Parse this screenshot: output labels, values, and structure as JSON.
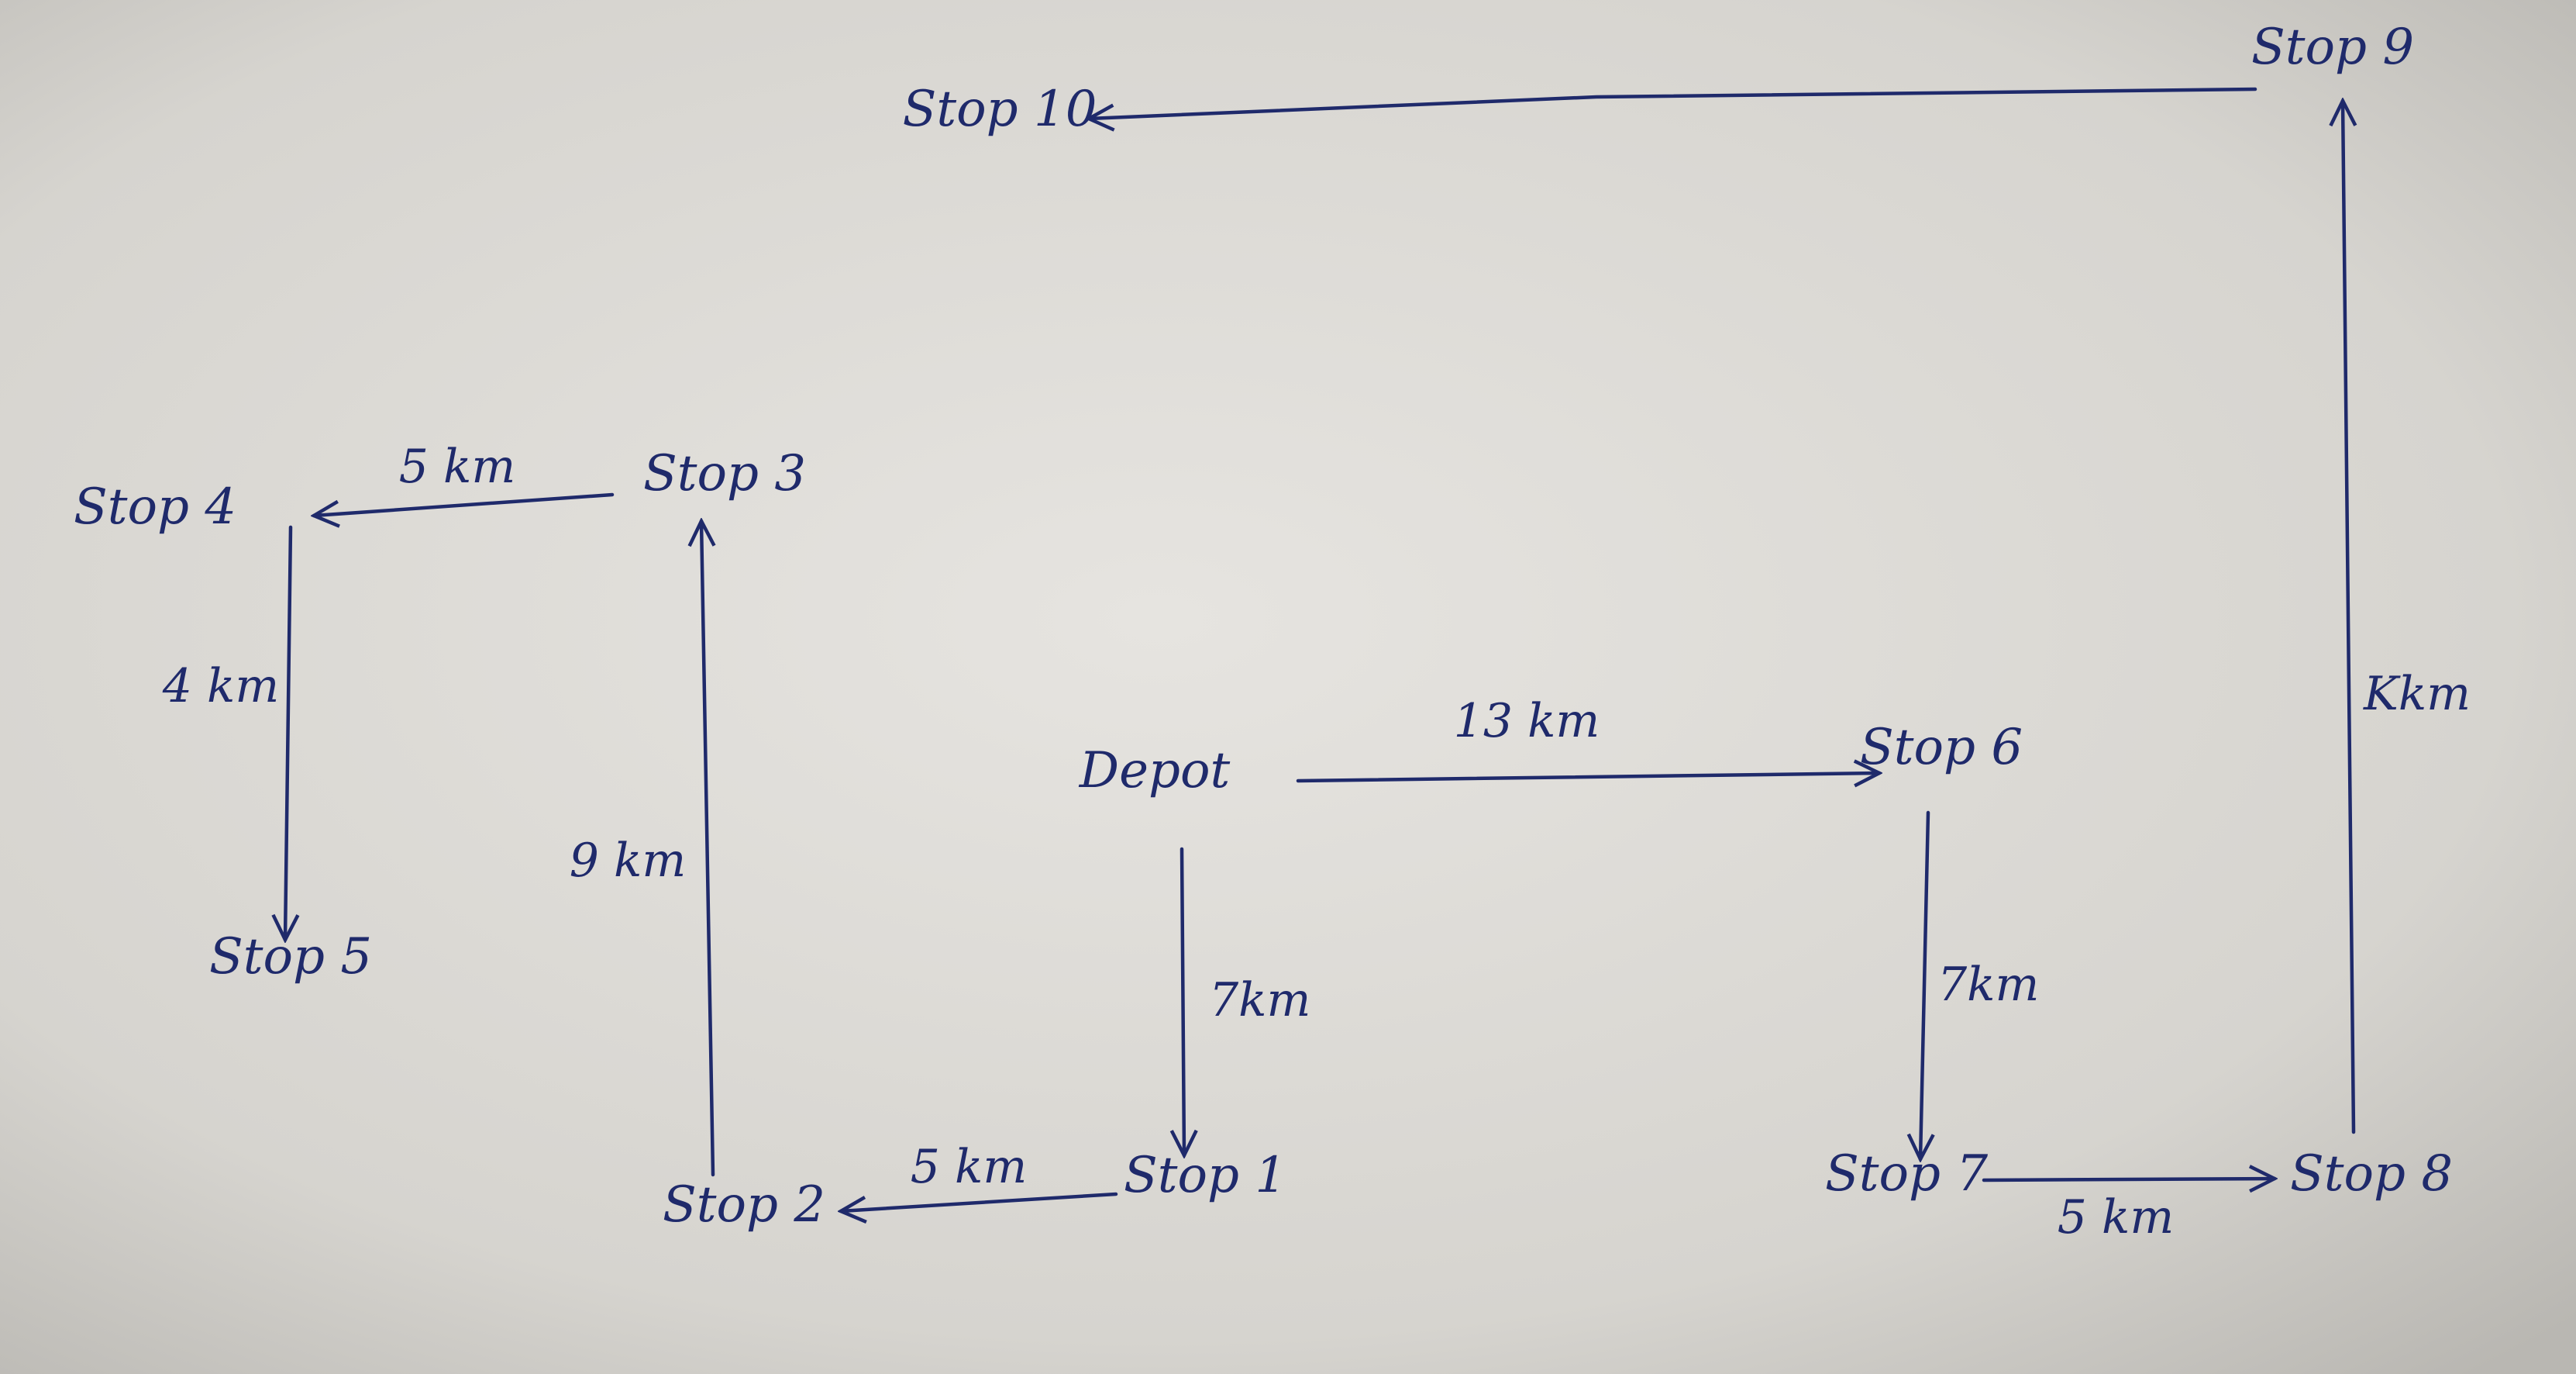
{
  "diagram": {
    "nodes": [
      {
        "id": "depot",
        "label": "Depot"
      },
      {
        "id": "stop1",
        "label": "Stop 1"
      },
      {
        "id": "stop2",
        "label": "Stop 2"
      },
      {
        "id": "stop3",
        "label": "Stop 3"
      },
      {
        "id": "stop4",
        "label": "Stop 4"
      },
      {
        "id": "stop5",
        "label": "Stop 5"
      },
      {
        "id": "stop6",
        "label": "Stop 6"
      },
      {
        "id": "stop7",
        "label": "Stop 7"
      },
      {
        "id": "stop8",
        "label": "Stop 8"
      },
      {
        "id": "stop9",
        "label": "Stop 9"
      },
      {
        "id": "stop10",
        "label": "Stop 10"
      }
    ],
    "edges": [
      {
        "id": "depot-stop1",
        "from": "depot",
        "to": "stop1",
        "label": "7km"
      },
      {
        "id": "stop1-stop2",
        "from": "stop1",
        "to": "stop2",
        "label": "5 km"
      },
      {
        "id": "stop2-stop3",
        "from": "stop2",
        "to": "stop3",
        "label": "9 km"
      },
      {
        "id": "stop3-stop4",
        "from": "stop3",
        "to": "stop4",
        "label": "5 km"
      },
      {
        "id": "stop4-stop5",
        "from": "stop4",
        "to": "stop5",
        "label": "4 km"
      },
      {
        "id": "depot-stop6",
        "from": "depot",
        "to": "stop6",
        "label": "13 km"
      },
      {
        "id": "stop6-stop7",
        "from": "stop6",
        "to": "stop7",
        "label": "7km"
      },
      {
        "id": "stop7-stop8",
        "from": "stop7",
        "to": "stop8",
        "label": "5 km"
      },
      {
        "id": "stop8-stop9",
        "from": "stop8",
        "to": "stop9",
        "label": "Kkm"
      },
      {
        "id": "stop9-stop10",
        "from": "stop9",
        "to": "stop10",
        "label": ""
      }
    ],
    "colors": {
      "ink": "#1f2a6b",
      "paper": "#d9d7d2"
    }
  }
}
